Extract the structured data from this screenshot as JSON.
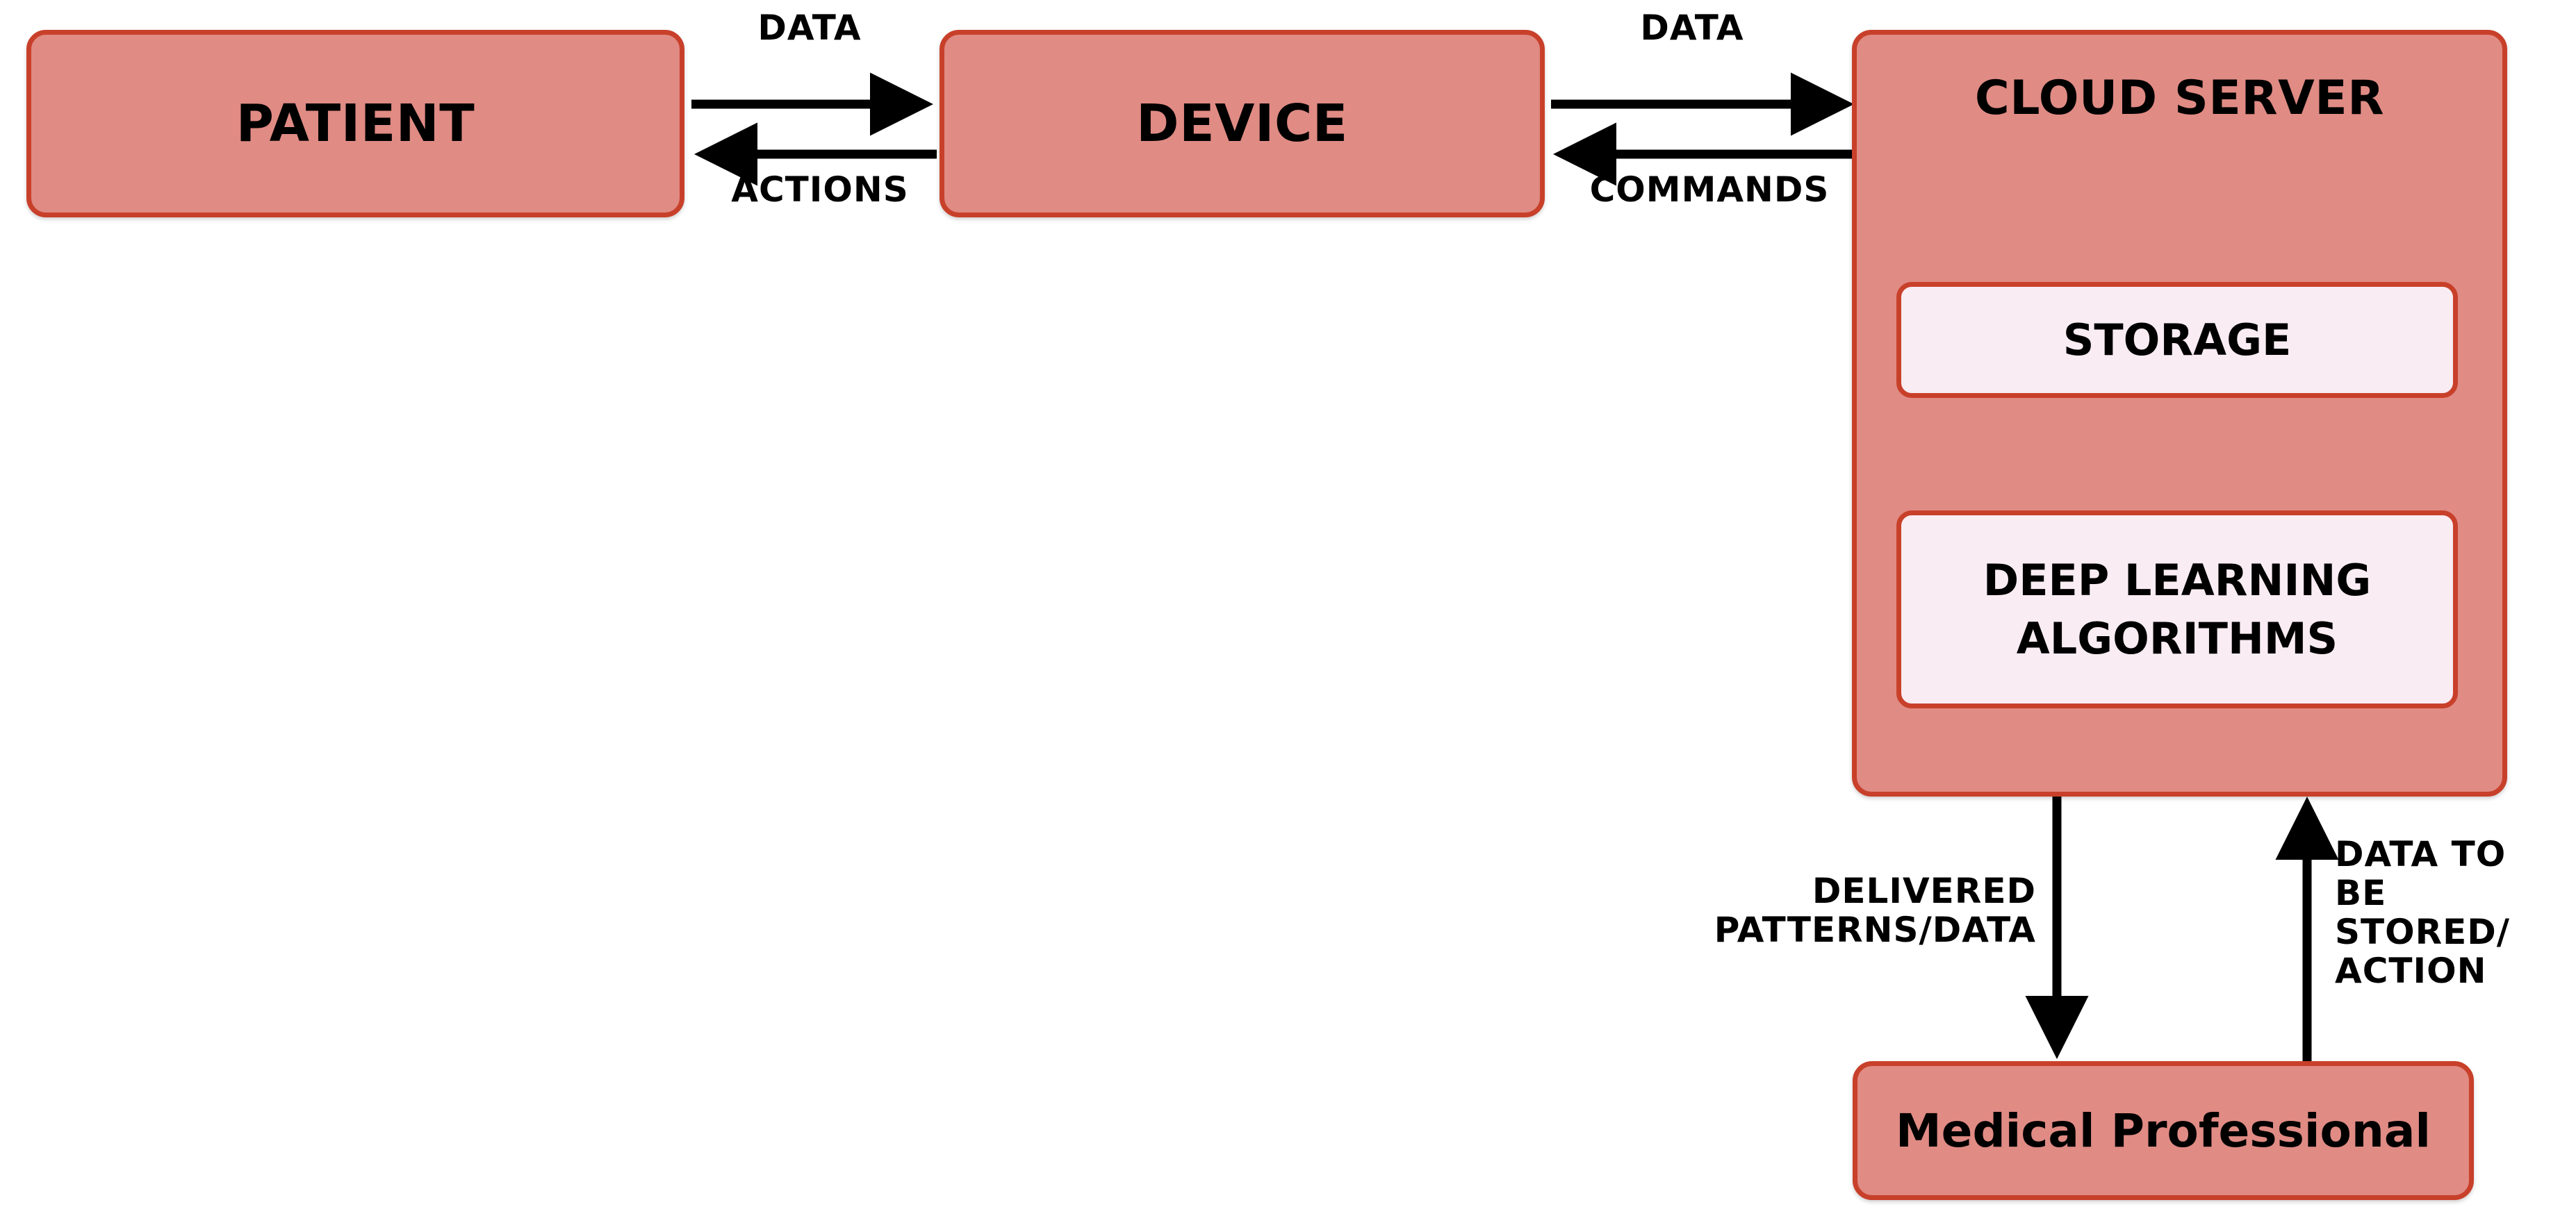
{
  "diagram": {
    "title": "Remote patient monitoring cloud architecture",
    "colors": {
      "node_fill": "#e08b84",
      "node_border": "#c8402a",
      "subnode_fill": "#f9ecf2",
      "arrow": "#000000",
      "background": "#ffffff"
    },
    "nodes": [
      {
        "id": "patient",
        "label": "PATIENT"
      },
      {
        "id": "device",
        "label": "DEVICE"
      },
      {
        "id": "cloud",
        "label": "CLOUD SERVER"
      },
      {
        "id": "medical",
        "label": "Medical Professional"
      }
    ],
    "subnodes": [
      {
        "id": "storage",
        "label": "STORAGE"
      },
      {
        "id": "deep_learning",
        "line1": "DEEP LEARNING",
        "line2": "ALGORITHMS"
      }
    ],
    "edges": [
      {
        "id": "patient-to-device",
        "label": "DATA",
        "from": "patient",
        "to": "device",
        "direction": "right"
      },
      {
        "id": "device-to-patient",
        "label": "ACTIONS",
        "from": "device",
        "to": "patient",
        "direction": "left"
      },
      {
        "id": "device-to-cloud",
        "label": "DATA",
        "from": "device",
        "to": "cloud",
        "direction": "right"
      },
      {
        "id": "cloud-to-device",
        "label": "COMMANDS",
        "from": "cloud",
        "to": "device",
        "direction": "left"
      },
      {
        "id": "cloud-to-medical",
        "label": "DELIVERED\nPATTERNS/DATA",
        "from": "cloud",
        "to": "medical",
        "direction": "down"
      },
      {
        "id": "medical-to-cloud",
        "label": "DATA TO\nBE\nSTORED/\nACTION",
        "from": "medical",
        "to": "cloud",
        "direction": "up"
      }
    ]
  }
}
